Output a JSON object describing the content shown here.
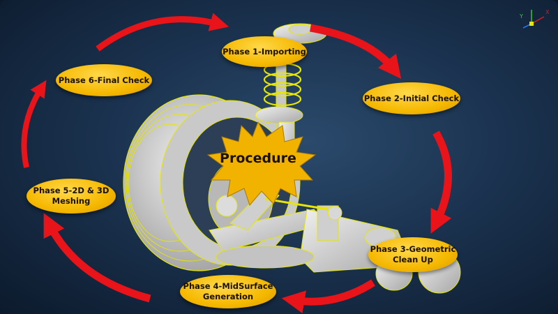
{
  "center_label": "Procedure",
  "phases": [
    {
      "label": "Phase 1-Importing"
    },
    {
      "label": "Phase 2-Initial Check"
    },
    {
      "label": "Phase 3-Geometric\nClean Up"
    },
    {
      "label": "Phase 4-MidSurface\nGeneration"
    },
    {
      "label": "Phase 5-2D & 3D\nMeshing"
    },
    {
      "label": "Phase 6-Final Check"
    }
  ],
  "triad": {
    "y": "Y",
    "x": "X"
  },
  "colors": {
    "arrow": "#e8141a",
    "ellipse": "#f5b800",
    "burst": "#f2b300",
    "part": "#d9d9d9",
    "edge": "#e6e600"
  },
  "icons": [
    "suspension-model-icon",
    "cycle-arrow-icon",
    "axis-triad-icon"
  ]
}
